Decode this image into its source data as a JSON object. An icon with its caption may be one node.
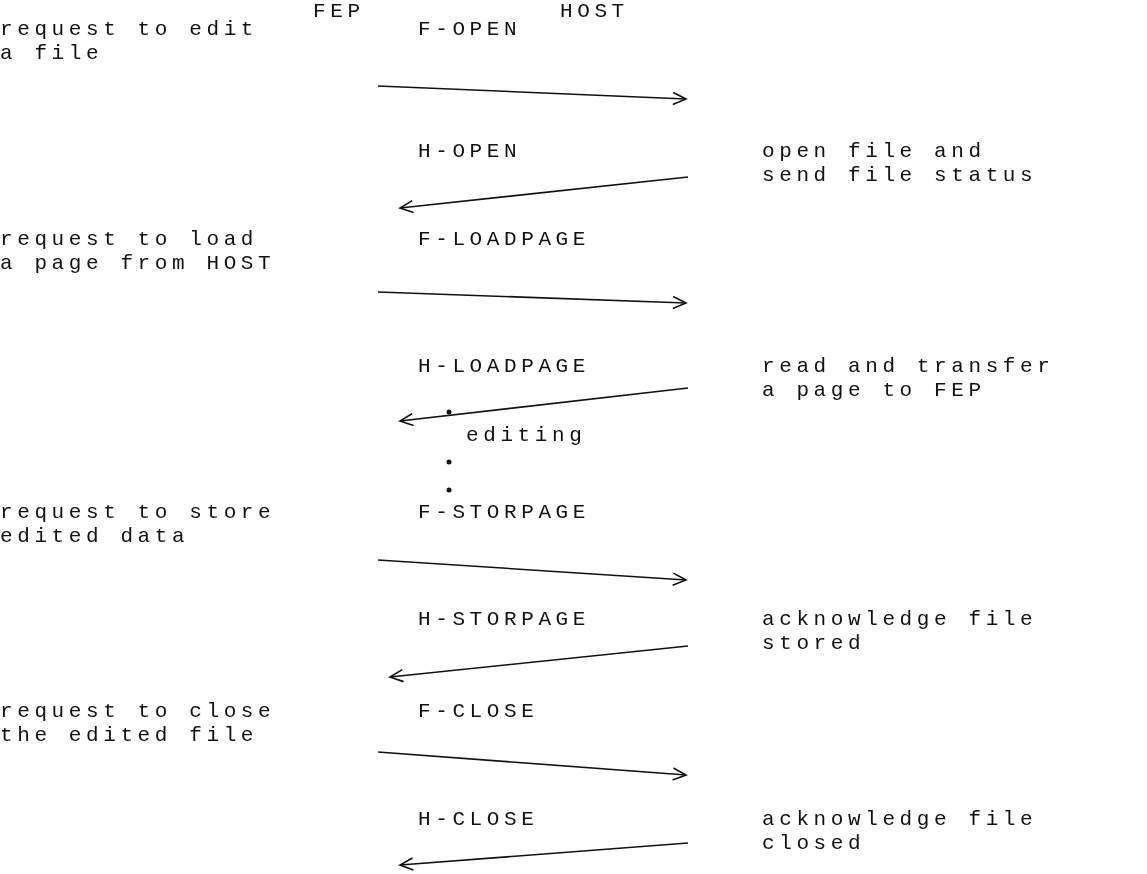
{
  "diagram": {
    "labels": [
      "FEP",
      "HOST",
      "request to edit a file",
      "F-OPEN",
      "H-OPEN",
      "open file and send file status",
      "request to load a page from HOST",
      "F-LOADPAGE",
      "H-LOADPAGE",
      "read and transfer a page to FEP",
      "editing",
      "request to store edited data",
      "F-STORPAGE",
      "H-STORPAGE",
      "acknowledge file stored",
      "request to close the edited file",
      "F-CLOSE",
      "H-CLOSE",
      "acknowledge file closed"
    ]
  }
}
